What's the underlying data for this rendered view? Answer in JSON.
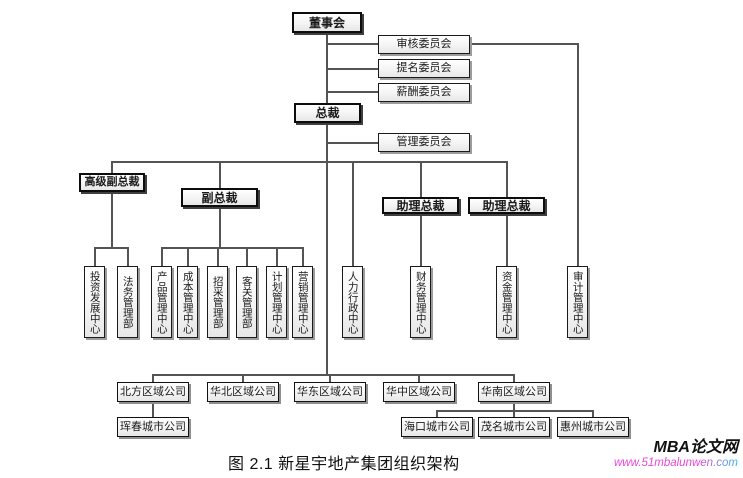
{
  "figure": {
    "caption": "图 2.1 新星宇地产集团组织架构"
  },
  "watermark": {
    "brand": "MBA论文网",
    "site": "www.51mbalunwen.com"
  },
  "org": {
    "board": "董事会",
    "committees": [
      "审核委员会",
      "提名委员会",
      "薪酬委员会"
    ],
    "president": "总裁",
    "management_committee": "管理委员会",
    "executives": {
      "senior_vp": "高级副总裁",
      "vp": "副总裁",
      "assistant_president_1": "助理总裁",
      "assistant_president_2": "助理总裁"
    },
    "departments": [
      "投资发展中心",
      "法务管理部",
      "产品管理中心",
      "成本管理中心",
      "招采管理部",
      "客关管理部",
      "计划管理中心",
      "营销管理中心",
      "人力行政中心",
      "财务管理中心",
      "资金管理中心",
      "审计管理中心"
    ],
    "regions": [
      "北方区域公司",
      "华北区域公司",
      "华东区域公司",
      "华中区域公司",
      "华南区域公司"
    ],
    "cities": [
      "珲春城市公司",
      "海口城市公司",
      "茂名城市公司",
      "惠州城市公司"
    ]
  },
  "colors": {
    "connector": "#545454",
    "box_border": "#1a1a1a",
    "watermark_pink": "#e843d9",
    "watermark_cyan": "#2bbfe8"
  }
}
